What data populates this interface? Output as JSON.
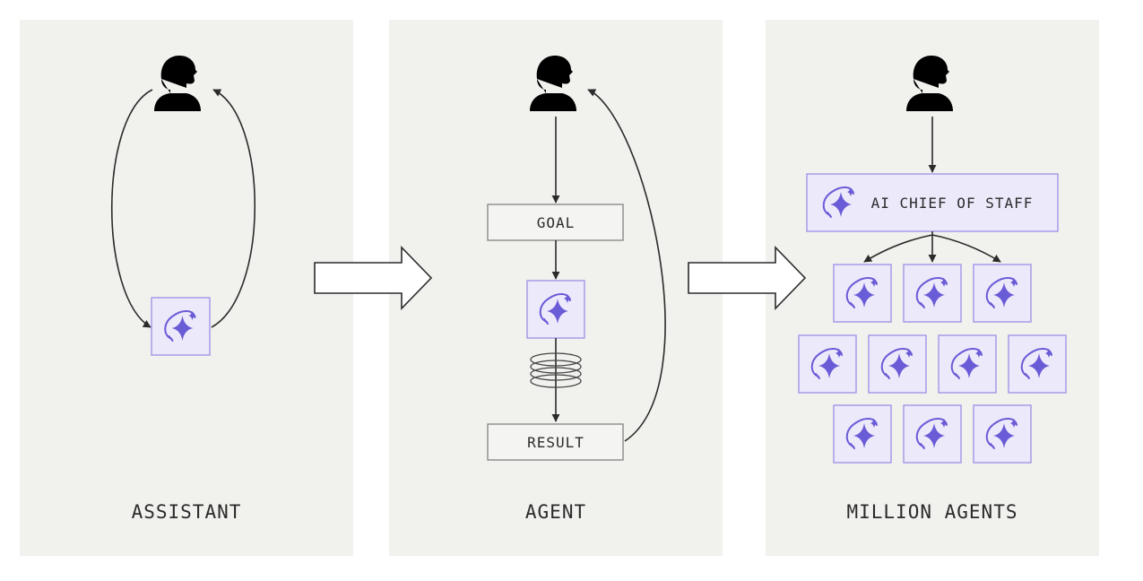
{
  "panels": [
    {
      "caption": "ASSISTANT"
    },
    {
      "caption": "AGENT",
      "goal_label": "GOAL",
      "result_label": "RESULT"
    },
    {
      "caption": "MILLION AGENTS",
      "chief_label": "AI CHIEF OF STAFF"
    }
  ],
  "icons": {
    "person": "person-icon",
    "agent": "ai-agent-icon",
    "model_stack": "layers-icon",
    "transition_arrow": "right-arrow-icon"
  },
  "colors": {
    "panel_bg": "#f1f1ee",
    "tile_fill": "#ece9fb",
    "tile_border": "#a99be6",
    "accent": "#6a5bd6",
    "ink": "#2b2b2b"
  }
}
